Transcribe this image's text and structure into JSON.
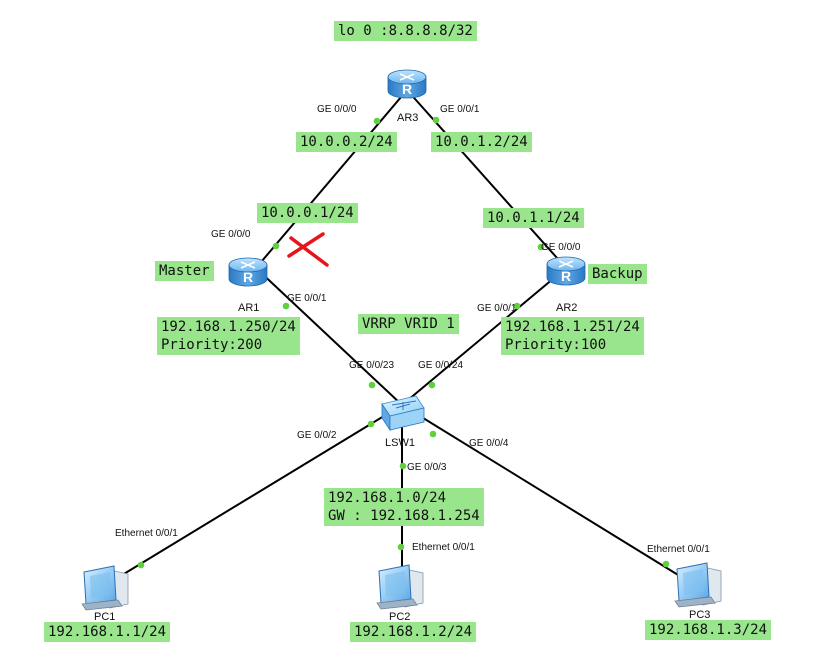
{
  "loopback": "lo 0 :8.8.8.8/32",
  "vrrp": "VRRP VRID 1",
  "devices": {
    "ar3": "AR3",
    "ar1": "AR1",
    "ar2": "AR2",
    "lsw1": "LSW1",
    "pc1": "PC1",
    "pc2": "PC2",
    "pc3": "PC3"
  },
  "roles": {
    "master": "Master",
    "backup": "Backup"
  },
  "addresses": {
    "ar3_g000": "10.0.0.2/24",
    "ar3_g001": "10.0.1.2/24",
    "ar1_g000": "10.0.0.1/24",
    "ar2_g000": "10.0.1.1/24",
    "ar1_g001": "192.168.1.250/24",
    "ar1_priority": "Priority:200",
    "ar2_g001": "192.168.1.251/24",
    "ar2_priority": "Priority:100",
    "lan_network": "192.168.1.0/24",
    "lan_gateway": "GW : 192.168.1.254",
    "pc1": "192.168.1.1/24",
    "pc2": "192.168.1.2/24",
    "pc3": "192.168.1.3/24"
  },
  "ports": {
    "ar3_g000": "GE 0/0/0",
    "ar3_g001": "GE 0/0/1",
    "ar1_g000": "GE 0/0/0",
    "ar1_g001": "GE 0/0/1",
    "ar2_g000": "GE 0/0/0",
    "ar2_g001": "GE 0/0/1",
    "sw_g023": "GE 0/0/23",
    "sw_g024": "GE 0/0/24",
    "sw_g002": "GE 0/0/2",
    "sw_g003": "GE 0/0/3",
    "sw_g004": "GE 0/0/4",
    "pc1_eth": "Ethernet 0/0/1",
    "pc2_eth": "Ethernet 0/0/1",
    "pc3_eth": "Ethernet 0/0/1"
  },
  "link_status": {
    "ar1_ar3": "down"
  },
  "colors": {
    "label_bg": "#99e58c",
    "link": "#000000",
    "port_dot": "#5fd13c",
    "fault_mark": "#e8141b",
    "router_body": "#5fa8e4",
    "pc_body": "#4a9fe0"
  },
  "icons": {
    "router": "router-icon",
    "switch": "layer3-switch-icon",
    "pc": "pc-icon",
    "fault": "link-fault-x-icon"
  }
}
